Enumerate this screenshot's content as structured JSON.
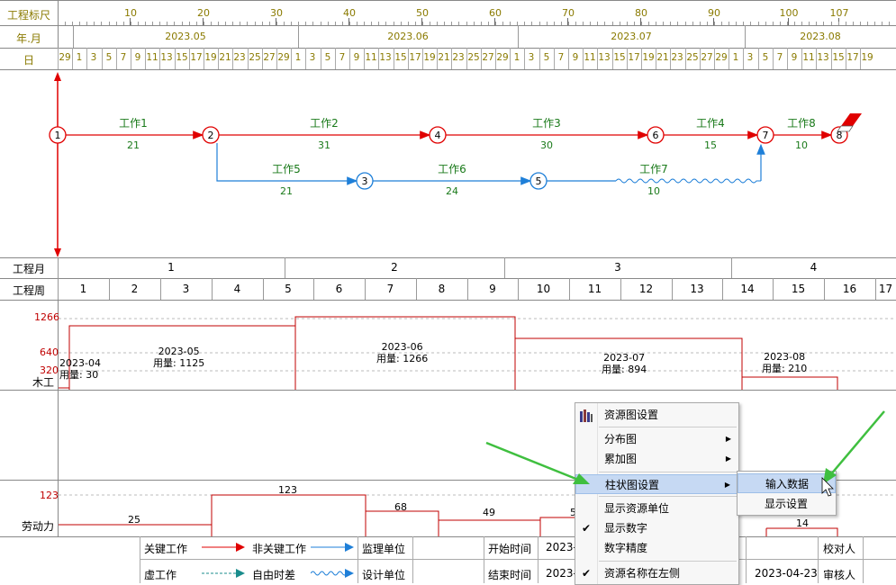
{
  "ruler": {
    "row_labels": {
      "scale": "工程标尺",
      "month": "年.月",
      "day": "日",
      "proj_month": "工程月",
      "proj_week": "工程周"
    },
    "scale_ticks": [
      "10",
      "20",
      "30",
      "40",
      "50",
      "60",
      "70",
      "80",
      "90",
      "100",
      "107"
    ],
    "months": [
      "2023.05",
      "2023.06",
      "2023.07",
      "2023.08"
    ],
    "days_may": [
      "29",
      "1",
      "3",
      "5",
      "7",
      "9",
      "11",
      "13",
      "15",
      "17",
      "19",
      "21",
      "23",
      "25",
      "27",
      "29"
    ],
    "days_jun": [
      "1",
      "3",
      "5",
      "7",
      "9",
      "11",
      "13",
      "15",
      "17",
      "19",
      "21",
      "23",
      "25",
      "27",
      "29"
    ],
    "days_jul": [
      "1",
      "3",
      "5",
      "7",
      "9",
      "11",
      "13",
      "15",
      "17",
      "19",
      "21",
      "23",
      "25",
      "27",
      "29"
    ],
    "days_aug": [
      "1",
      "3",
      "5",
      "7",
      "9",
      "11",
      "13",
      "15",
      "17",
      "19"
    ],
    "proj_months": [
      "1",
      "2",
      "3",
      "4"
    ],
    "proj_weeks": [
      "1",
      "2",
      "3",
      "4",
      "5",
      "6",
      "7",
      "8",
      "9",
      "10",
      "11",
      "12",
      "13",
      "14",
      "15",
      "16",
      "17"
    ]
  },
  "network": {
    "nodes": [
      "1",
      "2",
      "3",
      "4",
      "5",
      "6",
      "7",
      "8"
    ],
    "tasks": [
      {
        "name": "工作1",
        "dur": "21"
      },
      {
        "name": "工作2",
        "dur": "31"
      },
      {
        "name": "工作3",
        "dur": "30"
      },
      {
        "name": "工作4",
        "dur": "15"
      },
      {
        "name": "工作8",
        "dur": "10"
      },
      {
        "name": "工作5",
        "dur": "21"
      },
      {
        "name": "工作6",
        "dur": "24"
      },
      {
        "name": "工作7",
        "dur": "10"
      }
    ]
  },
  "resource_woodwork": {
    "name": "木工",
    "axis": [
      "1266",
      "640",
      "320"
    ],
    "bars": [
      {
        "month": "2023-04",
        "usage": "用量: 30"
      },
      {
        "month": "2023-05",
        "usage": "用量: 1125"
      },
      {
        "month": "2023-06",
        "usage": "用量: 1266"
      },
      {
        "month": "2023-07",
        "usage": "用量: 894"
      },
      {
        "month": "2023-08",
        "usage": "用量: 210"
      }
    ]
  },
  "labor": {
    "name": "劳动力",
    "axis": "123",
    "values": [
      "25",
      "123",
      "68",
      "49",
      "5",
      "14"
    ]
  },
  "legend": {
    "critical": "关键工作",
    "noncritical": "非关键工作",
    "dummy": "虚工作",
    "free_float": "自由时差",
    "supervisor": "监理单位",
    "designer": "设计单位",
    "start_time": "开始时间",
    "start_val": "2023-",
    "end_time": "结束时间",
    "end_val": "2023-",
    "date": "2023-04-23",
    "checker": "校对人",
    "reviewer": "审核人"
  },
  "context_menu": {
    "items": [
      "资源图设置",
      "分布图",
      "累加图",
      "柱状图设置",
      "显示资源单位",
      "显示数字",
      "数字精度",
      "资源名称在左侧"
    ],
    "submenu": [
      "输入数据",
      "显示设置"
    ]
  },
  "colors": {
    "critical": "#e00000",
    "noncritical": "#1e7fd8",
    "dummy": "#1a8c8c",
    "label": "#1a7a1a",
    "menu_highlight": "#c6d9f3",
    "arrow": "#3fbf3f"
  }
}
